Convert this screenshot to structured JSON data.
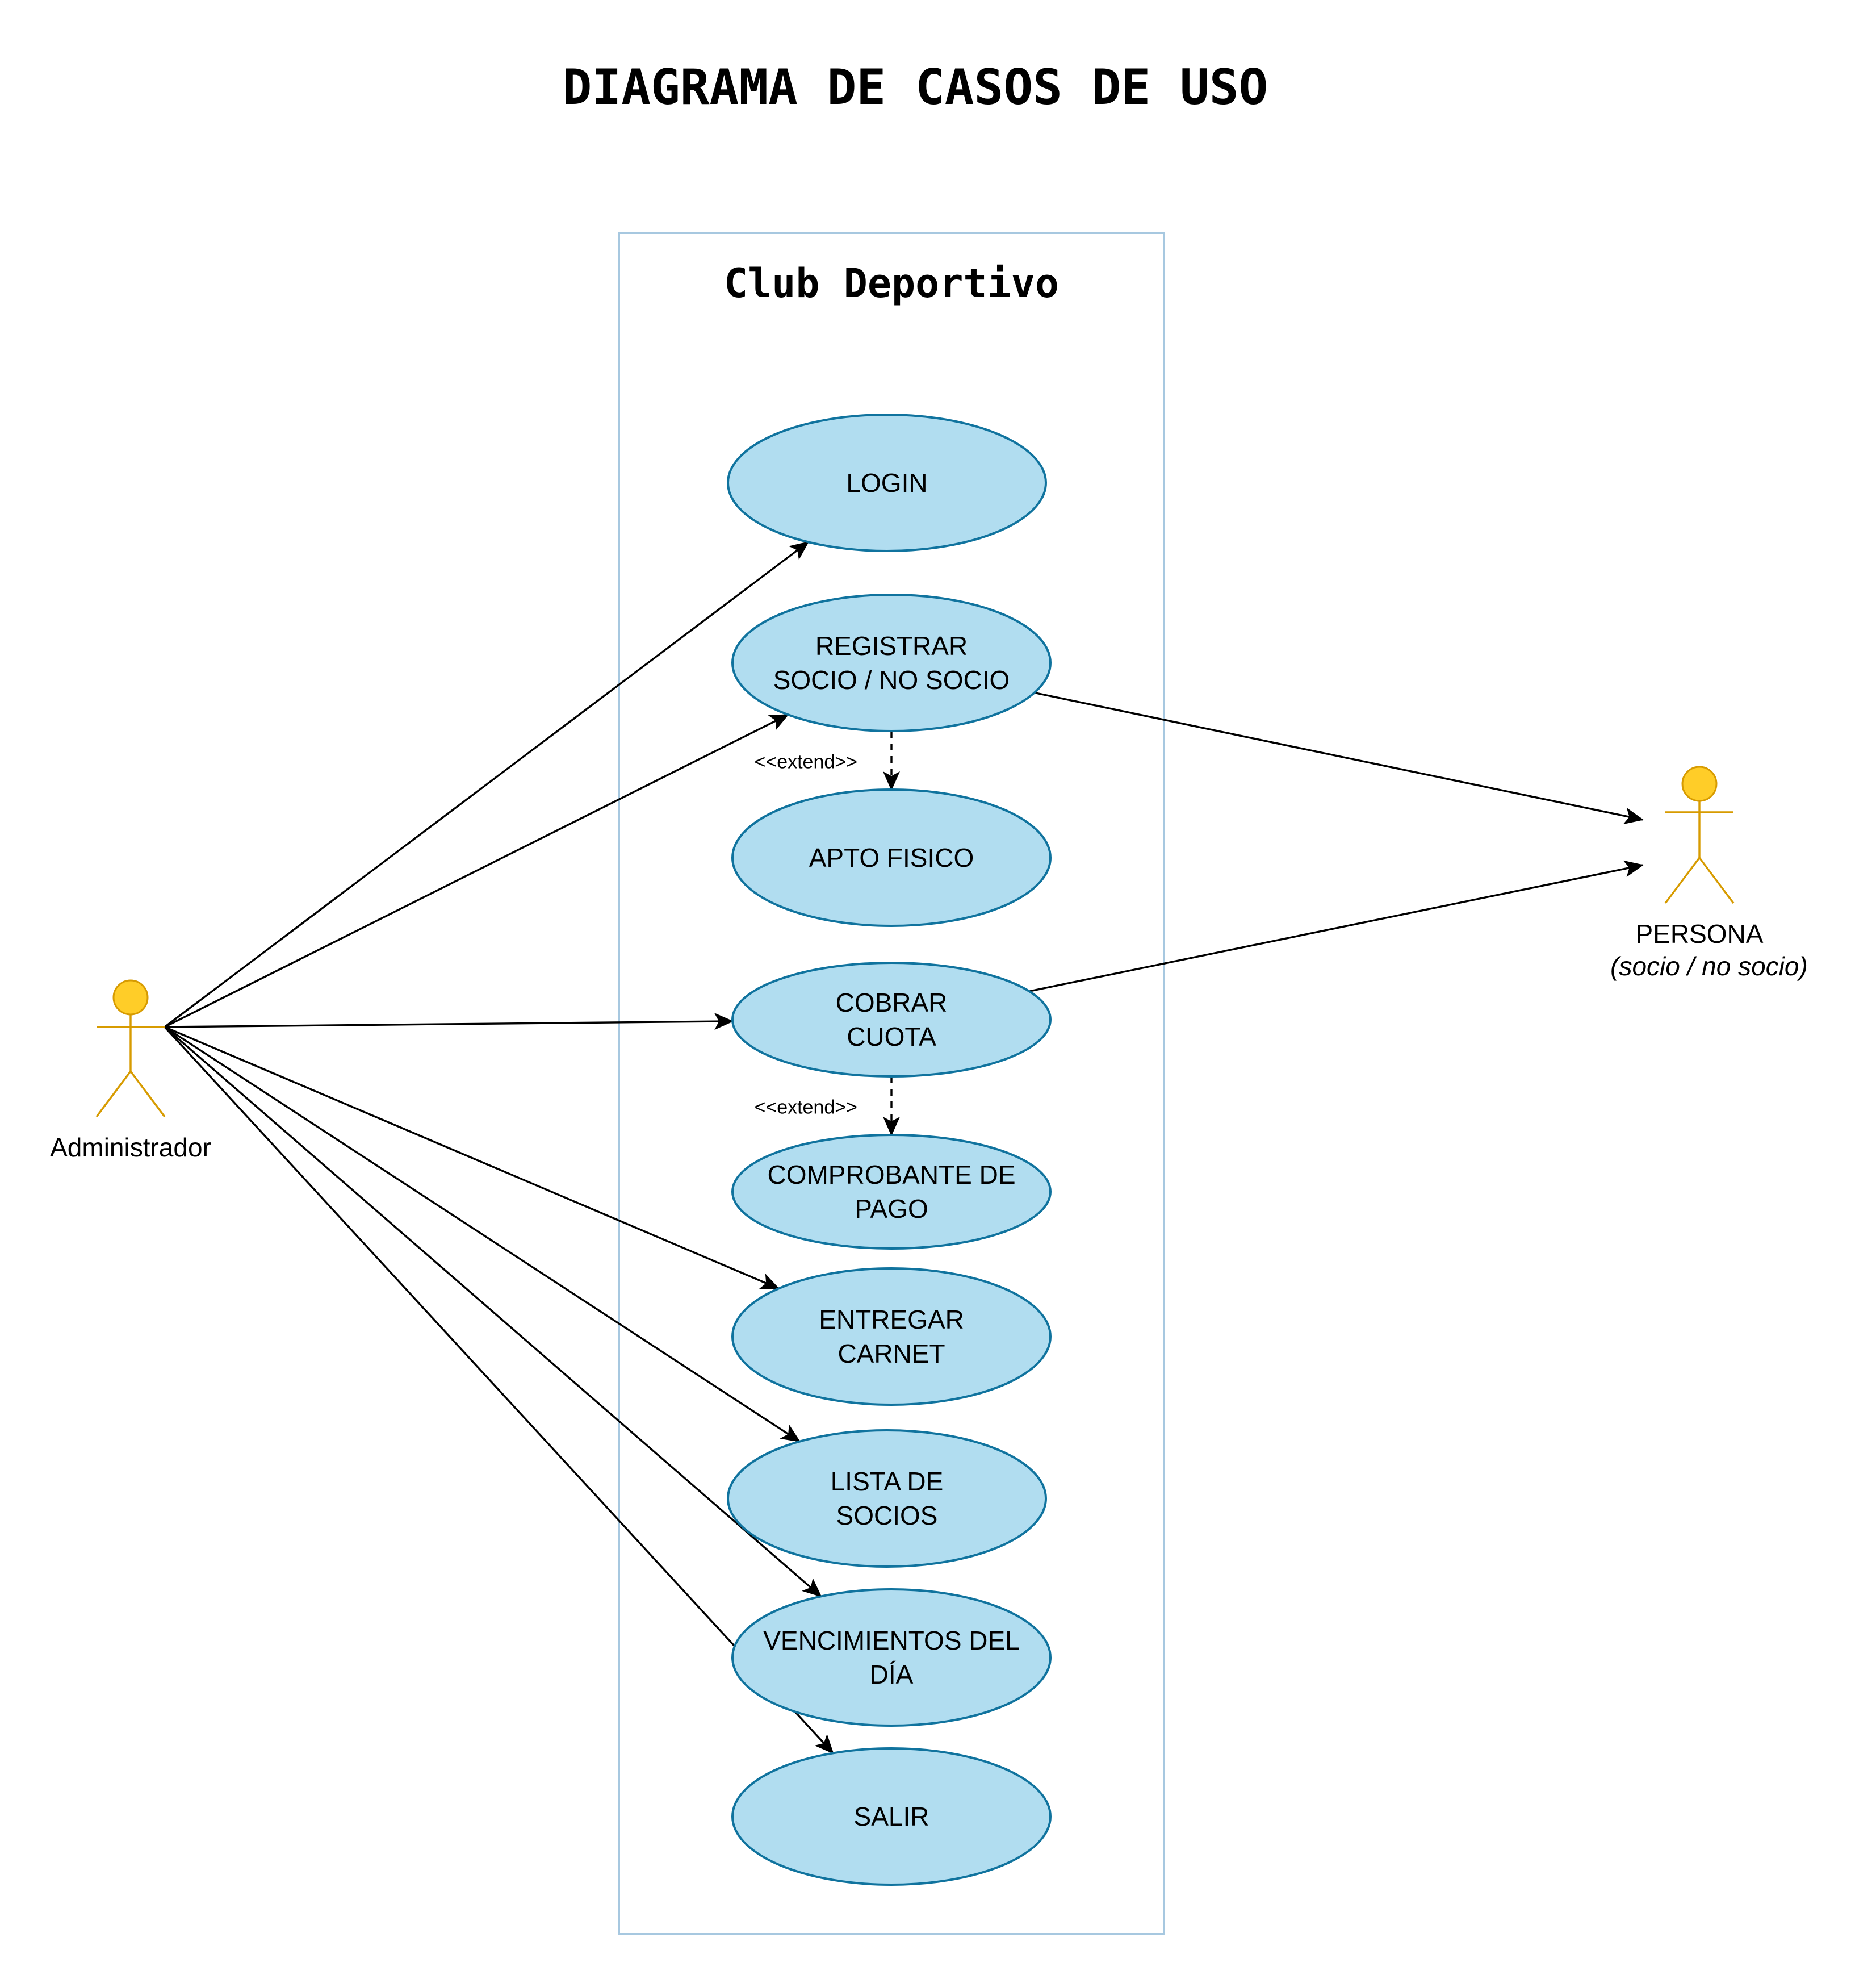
{
  "title": "DIAGRAMA DE CASOS DE USO",
  "system": {
    "name": "Club Deportivo"
  },
  "actors": {
    "admin": {
      "name": "Administrador"
    },
    "persona": {
      "name": "PERSONA",
      "subtitle": "(socio / no socio)"
    }
  },
  "use_cases": [
    {
      "id": "login",
      "lines": [
        "LOGIN"
      ]
    },
    {
      "id": "registrar",
      "lines": [
        "REGISTRAR",
        "SOCIO / NO SOCIO"
      ]
    },
    {
      "id": "apto",
      "lines": [
        "APTO FISICO"
      ]
    },
    {
      "id": "cobrar",
      "lines": [
        "COBRAR",
        "CUOTA"
      ]
    },
    {
      "id": "comprobante",
      "lines": [
        "COMPROBANTE DE",
        "PAGO"
      ]
    },
    {
      "id": "carnet",
      "lines": [
        "ENTREGAR",
        "CARNET"
      ]
    },
    {
      "id": "lista",
      "lines": [
        "LISTA DE",
        "SOCIOS"
      ]
    },
    {
      "id": "vencimientos",
      "lines": [
        "VENCIMIENTOS DEL",
        "DÍA"
      ]
    },
    {
      "id": "salir",
      "lines": [
        "SALIR"
      ]
    }
  ],
  "relationships": [
    {
      "type": "association",
      "from": "admin",
      "to": "login"
    },
    {
      "type": "association",
      "from": "admin",
      "to": "registrar"
    },
    {
      "type": "association",
      "from": "admin",
      "to": "cobrar"
    },
    {
      "type": "association",
      "from": "admin",
      "to": "carnet"
    },
    {
      "type": "association",
      "from": "admin",
      "to": "lista"
    },
    {
      "type": "association",
      "from": "admin",
      "to": "vencimientos"
    },
    {
      "type": "association",
      "from": "admin",
      "to": "salir"
    },
    {
      "type": "association",
      "from": "registrar",
      "to": "persona"
    },
    {
      "type": "association",
      "from": "cobrar",
      "to": "persona"
    },
    {
      "type": "extend",
      "from": "registrar",
      "to": "apto",
      "label": "<<extend>>"
    },
    {
      "type": "extend",
      "from": "cobrar",
      "to": "comprobante",
      "label": "<<extend>>"
    }
  ],
  "colors": {
    "use_case_fill": "#b1ddf0",
    "use_case_stroke": "#10739e",
    "actor_head": "#ffcd28",
    "actor_stroke": "#d79b00",
    "system_border": "#a7c8e0"
  }
}
